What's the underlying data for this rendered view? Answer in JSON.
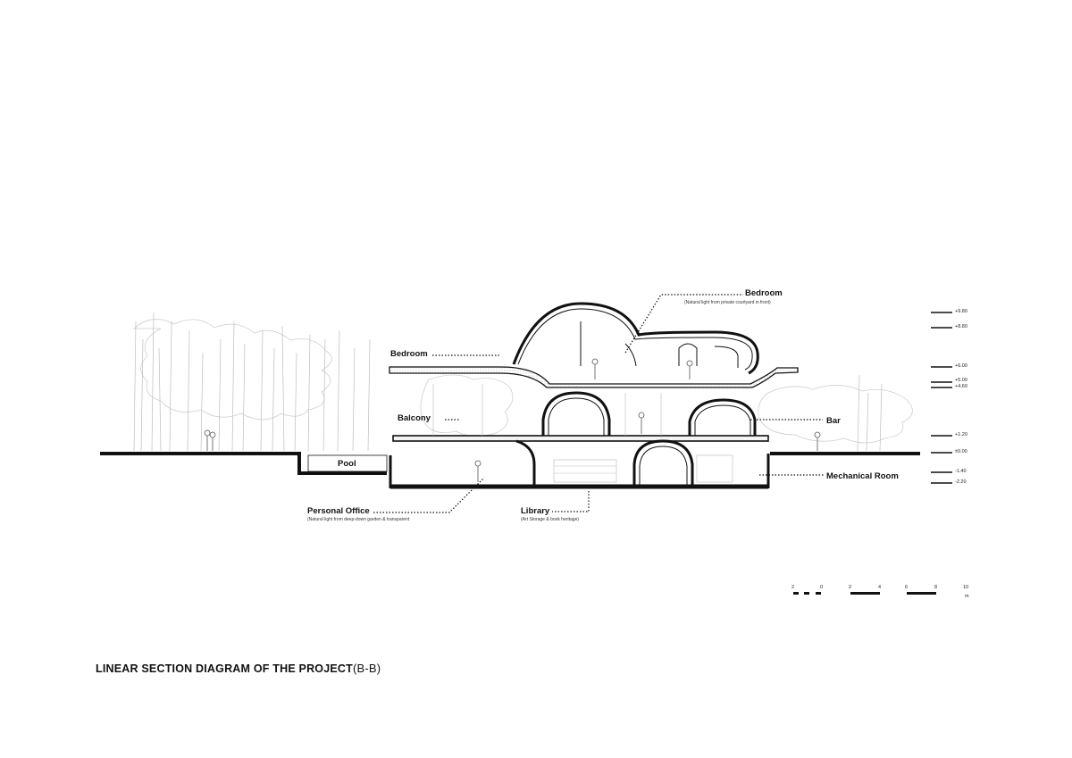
{
  "title": {
    "main": "LINEAR SECTION DIAGRAM OF THE PROJECT",
    "suffix": "(B-B)"
  },
  "labels": {
    "bedroom_upper": "Bedroom",
    "bedroom_upper_note": "(Natural light from private courtyard in front)",
    "bedroom_left": "Bedroom",
    "balcony": "Balcony",
    "bar": "Bar",
    "pool": "Pool",
    "mechanical_room": "Mechanical Room",
    "personal_office": "Personal Office",
    "personal_office_note": "(Natural light from deep-down garden & transparent",
    "library": "Library",
    "library_note": "(Art Storage  & book heritage)"
  },
  "levels": [
    "+9.80",
    "+8.80",
    "+6.00",
    "+5.00",
    "+4.60",
    "+1.20",
    "±0.00",
    "-1.40",
    "-2.20"
  ],
  "scale_bar": {
    "ticks": [
      "2",
      "0",
      "2",
      "4",
      "6",
      "8",
      "10"
    ],
    "unit": "m"
  },
  "colors": {
    "line": "#111111",
    "tree": "#c8c8c8",
    "hatch": "#bdbdbd"
  }
}
